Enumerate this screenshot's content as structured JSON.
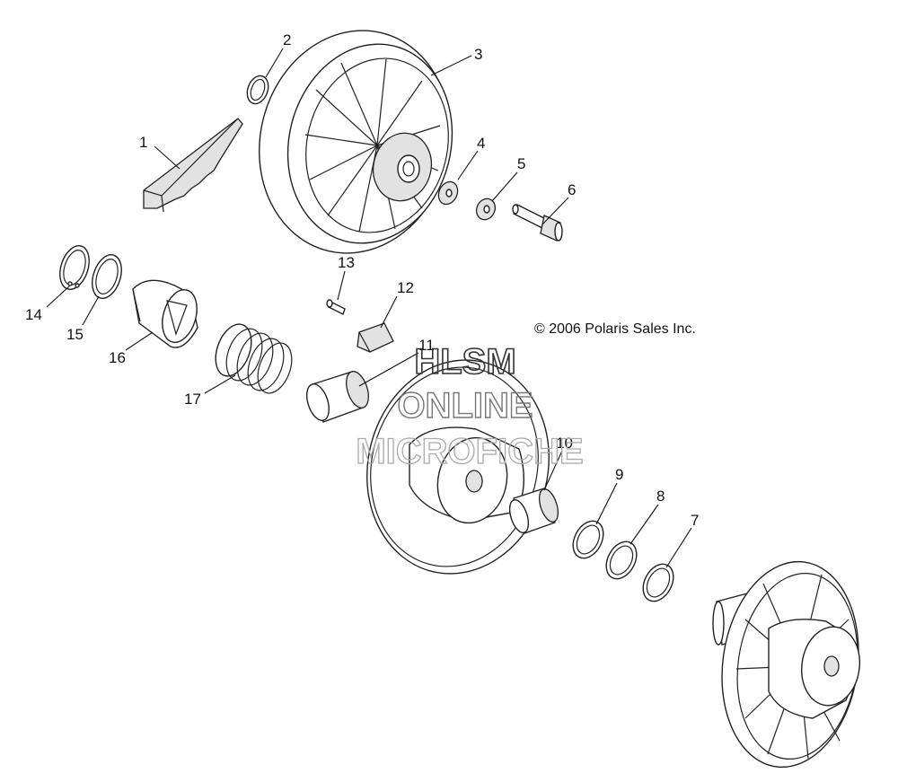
{
  "diagram": {
    "callouts": [
      {
        "id": "1",
        "label": "1"
      },
      {
        "id": "2",
        "label": "2"
      },
      {
        "id": "3",
        "label": "3"
      },
      {
        "id": "4",
        "label": "4"
      },
      {
        "id": "5",
        "label": "5"
      },
      {
        "id": "6",
        "label": "6"
      },
      {
        "id": "7",
        "label": "7"
      },
      {
        "id": "8",
        "label": "8"
      },
      {
        "id": "9",
        "label": "9"
      },
      {
        "id": "10",
        "label": "10"
      },
      {
        "id": "11",
        "label": "11"
      },
      {
        "id": "12",
        "label": "12"
      },
      {
        "id": "13",
        "label": "13"
      },
      {
        "id": "14",
        "label": "14"
      },
      {
        "id": "15",
        "label": "15"
      },
      {
        "id": "16",
        "label": "16"
      },
      {
        "id": "17",
        "label": "17"
      }
    ],
    "copyright": "© 2006 Polaris Sales Inc.",
    "watermark": {
      "line1": "HLSM",
      "line2": "ONLINE",
      "line3": "MICROFICHE"
    }
  }
}
